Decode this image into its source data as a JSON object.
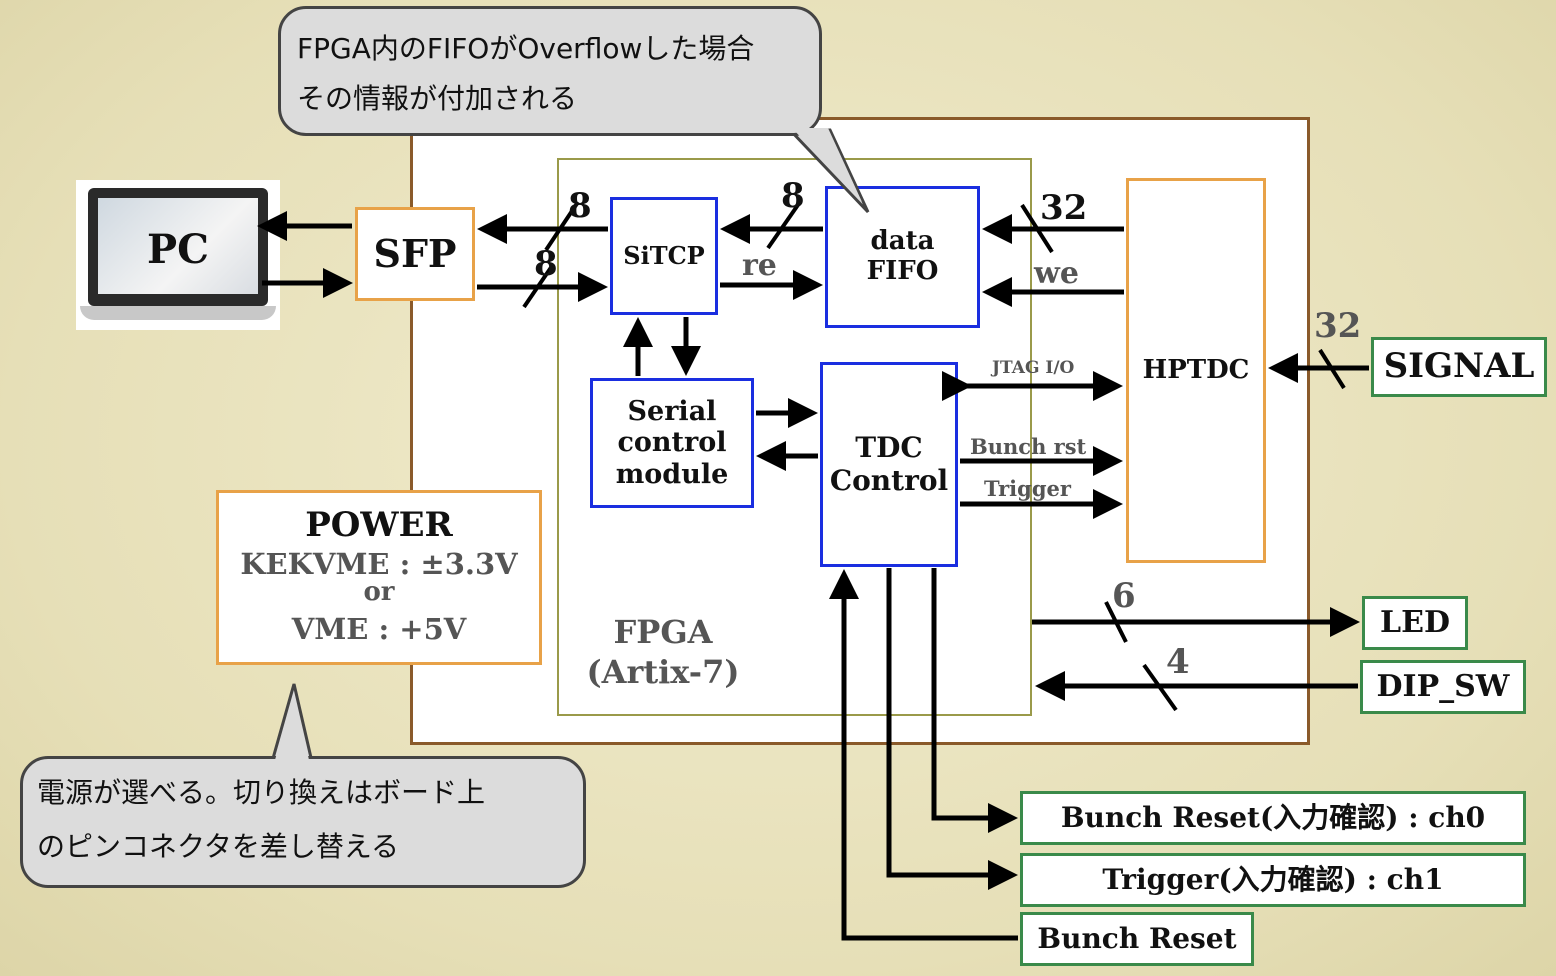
{
  "callout_fifo": {
    "line1": "FPGA内のFIFOがOverflowした場合",
    "line2": "その情報が付加される"
  },
  "callout_power": {
    "line1": "電源が選べる。切り換えはボード上",
    "line2": "のピンコネクタを差し替える"
  },
  "blocks": {
    "pc": "PC",
    "sfp": "SFP",
    "sitcp": "SiTCP",
    "data_fifo": "data\nFIFO",
    "serial": "Serial\ncontrol\nmodule",
    "tdc": "TDC\nControl",
    "hptdc": "HPTDC",
    "signal": "SIGNAL",
    "led": "LED",
    "dip": "DIP_SW",
    "bunch_reset_ch0": "Bunch Reset(入力確認) : ch0",
    "trigger_ch1": "Trigger(入力確認) : ch1",
    "bunch_reset": "Bunch Reset"
  },
  "power": {
    "title": "POWER",
    "line1": "KEKVME : ±3.3V",
    "line2": "or",
    "line3": "VME : +5V"
  },
  "fpga_label": {
    "line1": "FPGA",
    "line2": "(Artix-7)"
  },
  "bus_widths": {
    "sfp_sitcp_top": "8",
    "sfp_sitcp_bottom": "8",
    "fifo_sitcp": "8",
    "hptdc_fifo": "32",
    "signal": "32",
    "led": "6",
    "dip": "4"
  },
  "signals": {
    "re": "re",
    "we": "we",
    "jtag": "JTAG I/O",
    "bunch_rst": "Bunch rst",
    "trigger": "Trigger"
  }
}
